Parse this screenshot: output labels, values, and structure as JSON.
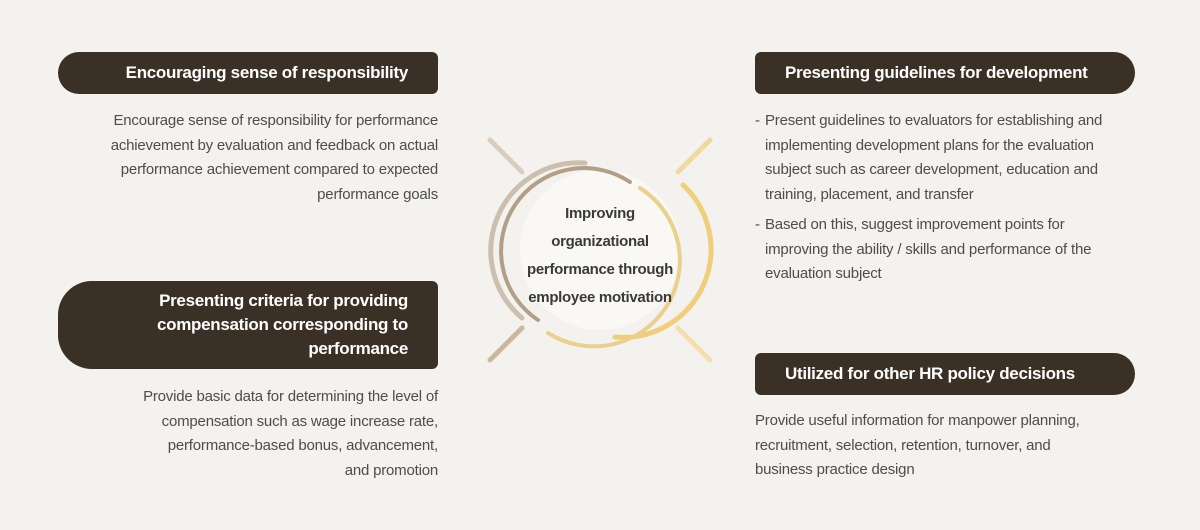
{
  "center": {
    "lines": [
      "Improving",
      "organizational",
      "performance through",
      "employee motivation"
    ]
  },
  "left_top": {
    "title": "Encouraging sense of responsibility",
    "lines": [
      "Encourage sense of responsibility for performance",
      "achievement by evaluation and feedback on actual",
      "performance achievement compared to expected",
      "performance goals"
    ]
  },
  "left_bottom": {
    "title_lines": [
      "Presenting criteria for providing",
      "compensation corresponding to",
      "performance"
    ],
    "lines": [
      "Provide basic data for determining the level of",
      "compensation such as wage increase rate,",
      "performance-based bonus, advancement,",
      "and promotion"
    ]
  },
  "right_top": {
    "title": "Presenting guidelines for development",
    "bullets": [
      {
        "dash": "-",
        "lines": [
          "Present guidelines to evaluators for establishing and",
          "implementing development plans for the evaluation",
          "subject such as career development, education and",
          "training, placement, and transfer"
        ]
      },
      {
        "dash": "-",
        "lines": [
          "Based on this, suggest improvement points for",
          "improving the ability / skills and performance of the",
          "evaluation subject"
        ]
      }
    ]
  },
  "right_bottom": {
    "title": "Utilized for other HR policy decisions",
    "lines": [
      "Provide useful information for manpower planning,",
      "recruitment, selection, retention, turnover, and",
      "business practice design"
    ]
  },
  "colors": {
    "pill_bg": "#3b3026",
    "background": "#f4f2ef",
    "ring_tan": "#b9a58c",
    "ring_gold": "#e8c56a"
  }
}
